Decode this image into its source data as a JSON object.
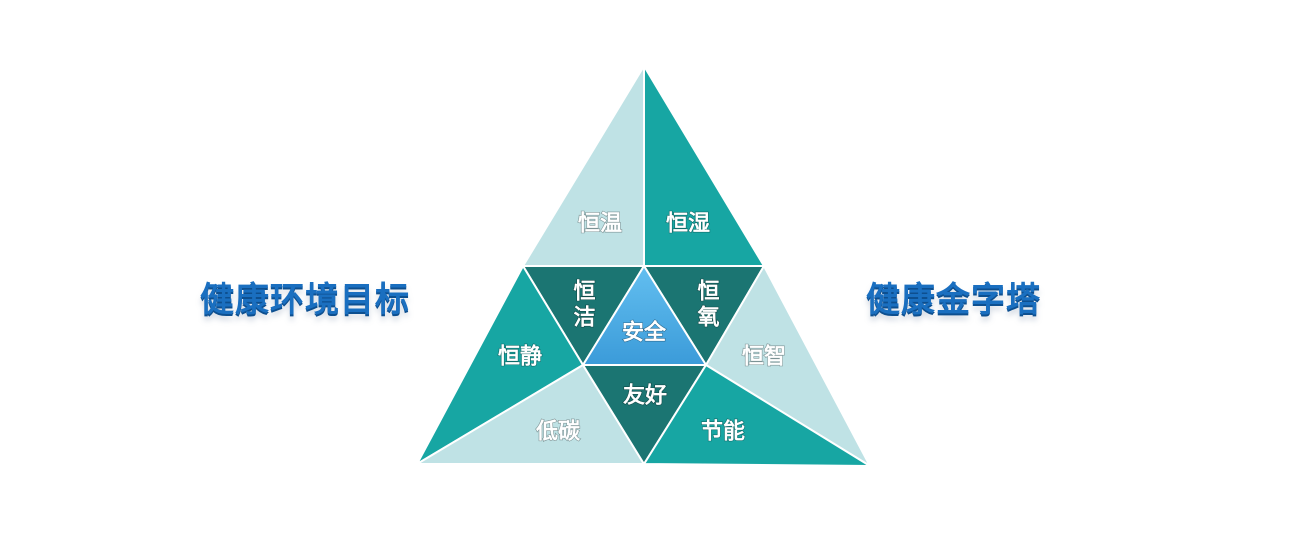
{
  "left_title": "健康环境目标",
  "right_title": "健康金字塔",
  "colors": {
    "light": "#bfe2e5",
    "teal": "#17a6a3",
    "dark": "#1b7572",
    "center_top": "#63bff0",
    "center_bottom": "#3b9bd9",
    "title": "#1a6fc0"
  },
  "cells": {
    "constant_temp": "恒温",
    "constant_humidity": "恒湿",
    "constant_clean": "恒洁",
    "constant_oxygen": "恒氧",
    "safety": "安全",
    "constant_quiet": "恒静",
    "constant_smart": "恒智",
    "low_carbon": "低碳",
    "friendly": "友好",
    "energy_saving": "节能"
  }
}
